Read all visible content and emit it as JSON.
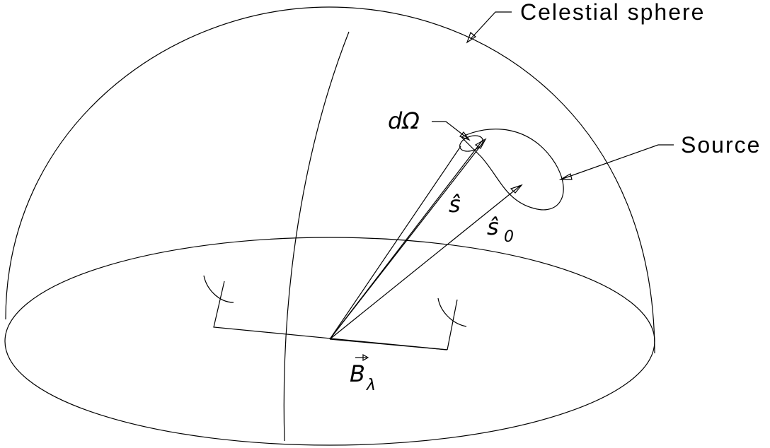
{
  "labels": {
    "celestial_sphere": "Celestial sphere",
    "source": "Source",
    "solid_angle": "dΩ",
    "direction_s": "ŝ",
    "direction_s0": "ŝ",
    "direction_s0_subscript": "0",
    "baseline": "B",
    "baseline_subscript": "λ"
  }
}
